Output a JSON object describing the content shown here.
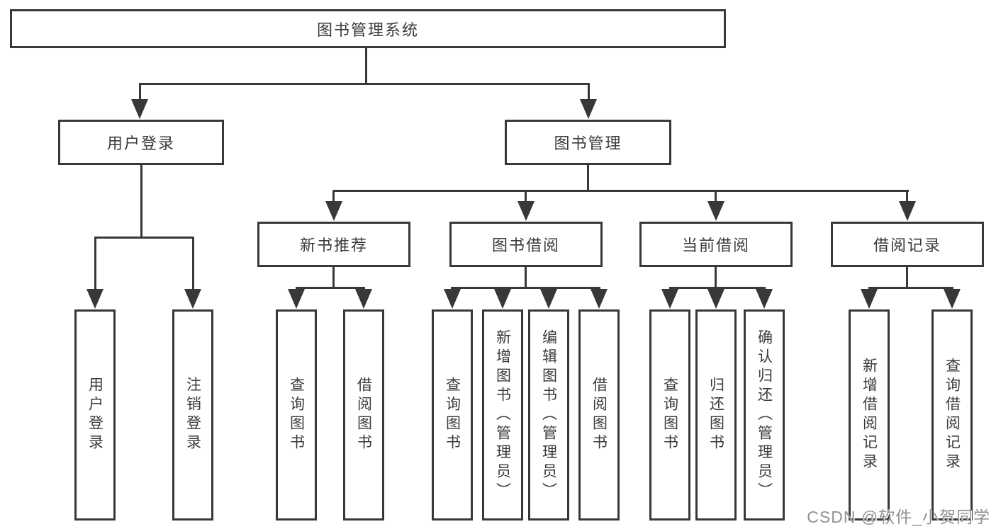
{
  "diagram": {
    "root": {
      "label": "图书管理系统"
    },
    "children": [
      {
        "label": "用户登录",
        "leaves": [
          {
            "label": "用户登录"
          },
          {
            "label": "注销登录"
          }
        ]
      },
      {
        "label": "图书管理",
        "children": [
          {
            "label": "新书推荐",
            "leaves": [
              {
                "label": "查询图书"
              },
              {
                "label": "借阅图书"
              }
            ]
          },
          {
            "label": "图书借阅",
            "leaves": [
              {
                "label": "查询图书"
              },
              {
                "label": "新增图书（管理员）"
              },
              {
                "label": "编辑图书（管理员）"
              },
              {
                "label": "借阅图书"
              }
            ]
          },
          {
            "label": "当前借阅",
            "leaves": [
              {
                "label": "查询图书"
              },
              {
                "label": "归还图书"
              },
              {
                "label": "确认归还（管理员）"
              }
            ]
          },
          {
            "label": "借阅记录",
            "leaves": [
              {
                "label": "新增借阅记录"
              },
              {
                "label": "查询借阅记录"
              }
            ]
          }
        ]
      }
    ]
  },
  "watermark": {
    "text": "CSDN @软件_小贺同学"
  },
  "colors": {
    "line": "#383838",
    "text": "#3a3a3a",
    "background": "#ffffff",
    "watermark": "#929292"
  }
}
